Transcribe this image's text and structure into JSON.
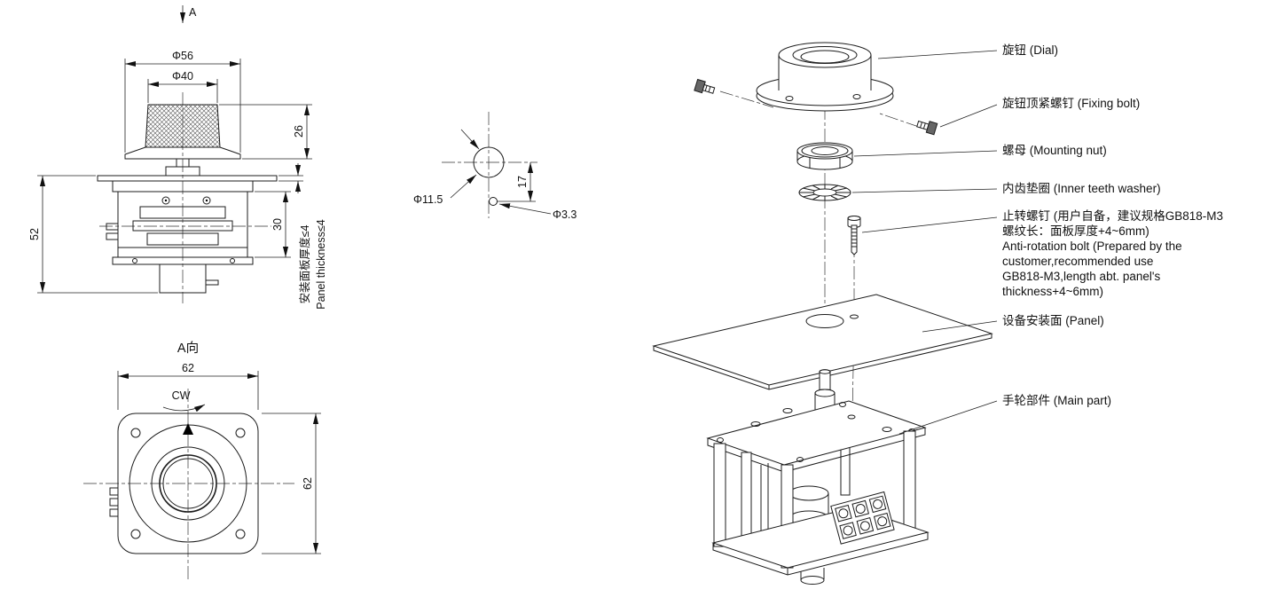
{
  "front_view": {
    "section_arrow": "A",
    "dim_d56": "Φ56",
    "dim_d40": "Φ40",
    "dim_26": "26",
    "dim_30": "30",
    "dim_52": "52",
    "panel_note_cn": "安装面板厚度≤4",
    "panel_note_en": "Panel thickness≤4"
  },
  "detail_view": {
    "dim_d115": "Φ11.5",
    "dim_d33": "Φ3.3",
    "dim_17": "17"
  },
  "a_view": {
    "title": "A向",
    "dim_width": "62",
    "dim_height": "62",
    "cw": "CW"
  },
  "exploded": {
    "labels": [
      "旋钮 (Dial)",
      "旋钮顶紧螺钉 (Fixing bolt)",
      "螺母 (Mounting nut)",
      "内齿垫圈 (Inner teeth washer)",
      "设备安装面 (Panel)",
      "手轮部件 (Main part)"
    ],
    "anti_rotation_note": [
      "止转螺钉 (用户自备，建议规格GB818-M3",
      "螺纹长：面板厚度+4~6mm)",
      "Anti-rotation bolt (Prepared by the",
      "customer,recommended use",
      "GB818-M3,length abt. panel's",
      "thickness+4~6mm)"
    ]
  }
}
